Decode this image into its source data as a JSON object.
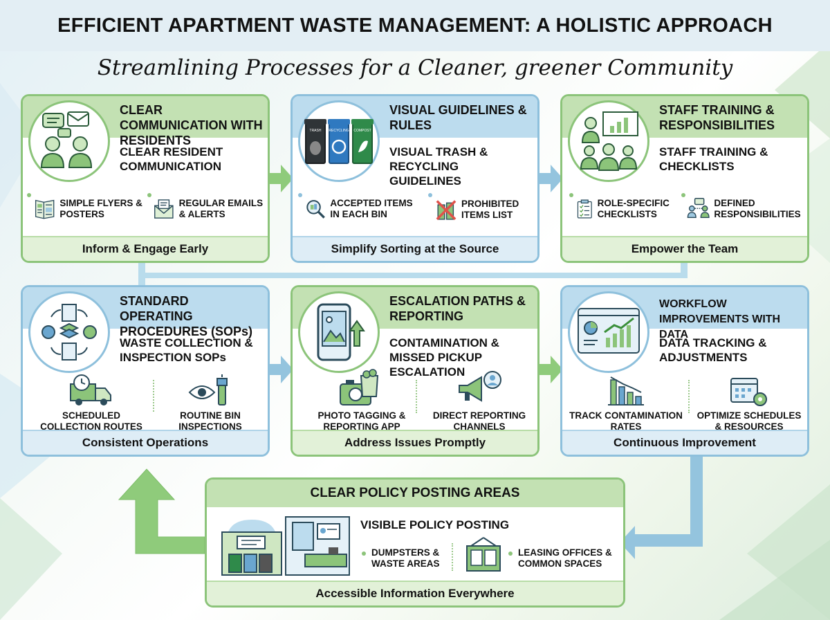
{
  "title": "EFFICIENT APARTMENT WASTE MANAGEMENT: A HOLISTIC APPROACH",
  "subtitle": "Streamlining Processes for a Cleaner, greener Community",
  "colors": {
    "green": "#8cc47a",
    "blue": "#8ec0dc",
    "arrow_green": "#8fcb7b",
    "arrow_blue": "#94c4de"
  },
  "cards": [
    {
      "header": "CLEAR COMMUNICATION WITH RESIDENTS",
      "subheading": "CLEAR RESIDENT COMMUNICATION",
      "items": [
        "SIMPLE FLYERS & POSTERS",
        "REGULAR EMAILS & ALERTS"
      ],
      "footer": "Inform & Engage Early",
      "icon": "residents-chat-icon"
    },
    {
      "header": "VISUAL GUIDELINES & RULES",
      "subheading": "VISUAL TRASH & RECYCLING GUIDELINES",
      "bin_labels": [
        "TRASH",
        "RECYCLING",
        "COMPOST"
      ],
      "items": [
        "ACCEPTED ITEMS IN EACH BIN",
        "PROHIBITED ITEMS LIST"
      ],
      "footer": "Simplify Sorting at the Source",
      "icon": "waste-bins-icon"
    },
    {
      "header": "STAFF TRAINING & RESPONSIBILITIES",
      "subheading": "STAFF TRAINING & CHECKLISTS",
      "items": [
        "ROLE-SPECIFIC CHECKLISTS",
        "DEFINED RESPONSIBILITIES"
      ],
      "footer": "Empower the Team",
      "icon": "staff-training-icon"
    },
    {
      "header": "STANDARD OPERATING PROCEDURES (SOPs)",
      "subheading": "WASTE COLLECTION & INSPECTION SOPs",
      "items": [
        "SCHEDULED COLLECTION ROUTES",
        "ROUTINE BIN INSPECTIONS"
      ],
      "footer": "Consistent Operations",
      "icon": "sop-cycle-icon"
    },
    {
      "header": "ESCALATION PATHS & REPORTING",
      "subheading": "CONTAMINATION & MISSED PICKUP ESCALATION",
      "items": [
        "PHOTO TAGGING & REPORTING APP",
        "DIRECT REPORTING CHANNELS"
      ],
      "footer": "Address Issues Promptly",
      "icon": "phone-upload-icon"
    },
    {
      "header": "WORKFLOW IMPROVEMENTS WITH DATA",
      "subheading": "DATA TRACKING & ADJUSTMENTS",
      "items": [
        "TRACK CONTAMINATION RATES",
        "OPTIMIZE SCHEDULES & RESOURCES"
      ],
      "footer": "Continuous Improvement",
      "icon": "dashboard-chart-icon"
    }
  ],
  "bottom": {
    "header": "CLEAR POLICY POSTING AREAS",
    "subheading": "VISIBLE POLICY POSTING",
    "items": [
      "DUMPSTERS & WASTE AREAS",
      "LEASING OFFICES & COMMON SPACES"
    ],
    "footer": "Accessible Information Everywhere"
  }
}
